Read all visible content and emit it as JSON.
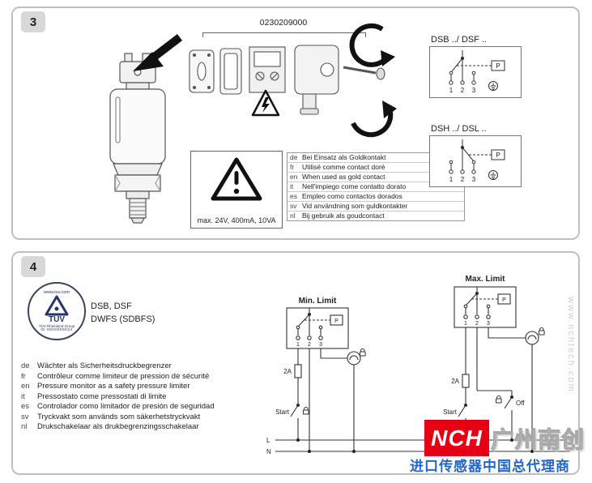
{
  "panel3": {
    "badge": "3",
    "part_number": "0230209000",
    "instruction_box": {
      "max_rating": "max. 24V, 400mA, 10VA"
    },
    "gold_contact_rows": [
      {
        "code": "de",
        "text": "Bei Einsatz als Goldkontakt"
      },
      {
        "code": "fr",
        "text": "Utilisé comme contact doré"
      },
      {
        "code": "en",
        "text": "When used as gold contact"
      },
      {
        "code": "it",
        "text": "Nell'impiego come contatto dorato"
      },
      {
        "code": "es",
        "text": "Empleo como contactos dorados"
      },
      {
        "code": "sv",
        "text": "Vid användning som guldkontakter"
      },
      {
        "code": "nl",
        "text": "Bij gebruik als goudcontact"
      }
    ],
    "diagram1": {
      "label": "DSB ../ DSF ..",
      "p_label": "P",
      "terminals": [
        "1",
        "2",
        "3"
      ]
    },
    "diagram2": {
      "label": "DSH ../ DSL ..",
      "p_label": "P",
      "terminals": [
        "1",
        "2",
        "3"
      ]
    }
  },
  "panel4": {
    "badge": "4",
    "tuv_logo": {
      "site": "www.tuv.com",
      "name": "TÜV",
      "group": "TÜV Rheinland Group",
      "id": "ID 0000006024"
    },
    "models_line1": "DSB, DSF",
    "models_line2": "DWFS (SDBFS)",
    "limiter_rows": [
      {
        "code": "de",
        "text": "Wächter als Sicherheitsdruckbegrenzer"
      },
      {
        "code": "fr",
        "text": "Contrôleur comme limiteur de pression de sécurité"
      },
      {
        "code": "en",
        "text": "Pressure monitor as a safety pressure limiter"
      },
      {
        "code": "it",
        "text": "Pressostato come pressostati di limite"
      },
      {
        "code": "es",
        "text": "Controlador como limitador de presión de seguridad"
      },
      {
        "code": "sv",
        "text": "Tryckvakt som används som säkerhetstryckvakt"
      },
      {
        "code": "nl",
        "text": "Drukschakelaar als drukbegrenzingsschakelaar"
      }
    ],
    "min_limit": {
      "title": "Min. Limit",
      "p_label": "P",
      "terminals": [
        "1",
        "2",
        "3"
      ],
      "fuse": "2A",
      "start_label": "Start",
      "l_label": "L",
      "n_label": "N"
    },
    "max_limit": {
      "title": "Max. Limit",
      "p_label": "P",
      "terminals": [
        "1",
        "2",
        "3"
      ],
      "fuse": "2A",
      "start_label": "Start",
      "off_label": "Off"
    }
  },
  "watermark": {
    "logo": "NCH",
    "company": "广州南创",
    "tagline": "进口传感器中国总代理商",
    "site": "www.nchtech.com"
  }
}
